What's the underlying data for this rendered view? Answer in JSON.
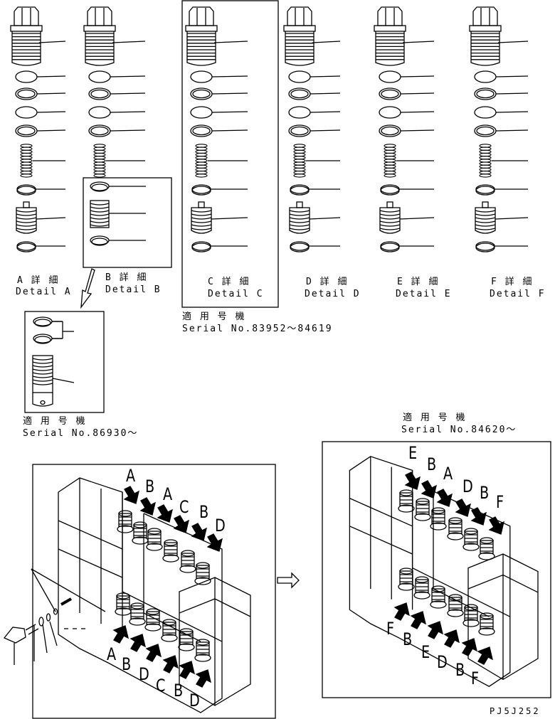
{
  "details": [
    {
      "title_jp": "A 詳 細",
      "title_en": "Detail A"
    },
    {
      "title_jp": "B 詳 細",
      "title_en": "Detail B"
    },
    {
      "title_jp": "C 詳 細",
      "title_en": "Detail C"
    },
    {
      "title_jp": "D 詳 細",
      "title_en": "Detail D"
    },
    {
      "title_jp": "E 詳 細",
      "title_en": "Detail E"
    },
    {
      "title_jp": "F 詳 細",
      "title_en": "Detail F"
    }
  ],
  "serials": {
    "c": {
      "label": "適 用 号 機",
      "value": "Serial No.83952～84619"
    },
    "b": {
      "label": "適 用 号 機",
      "value": "Serial No.86930～"
    },
    "right": {
      "label": "適 用 号 機",
      "value": "Serial No.84620～"
    }
  },
  "left_top_letters": [
    "A",
    "B",
    "A",
    "C",
    "B",
    "D"
  ],
  "left_bottom_letters": [
    "A",
    "B",
    "D",
    "C",
    "B",
    "D"
  ],
  "right_top_letters": [
    "E",
    "B",
    "A",
    "D",
    "B",
    "F"
  ],
  "right_bottom_letters": [
    "F",
    "B",
    "E",
    "D",
    "B",
    "F"
  ],
  "drawing_code": "PJ5J252"
}
